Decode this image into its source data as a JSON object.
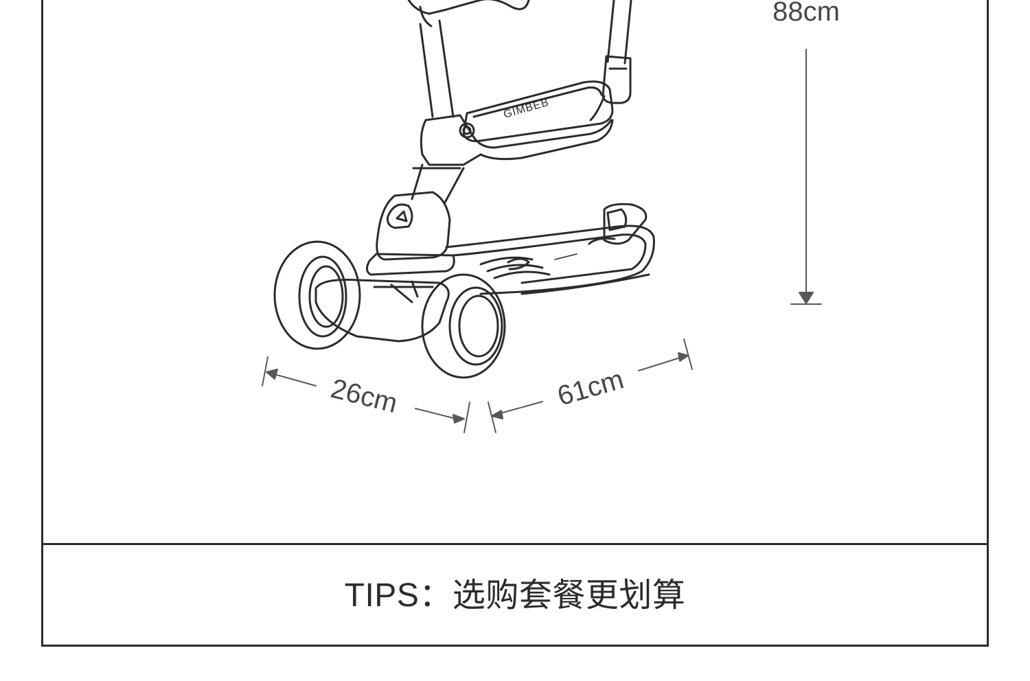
{
  "dimensions": {
    "height_label": "88cm",
    "width_label": "26cm",
    "length_label": "61cm"
  },
  "deck_brand_text": "GIMBEB",
  "footer": {
    "tips_text": "TIPS：选购套餐更划算"
  },
  "colors": {
    "line": "#2e2a2b",
    "dimension_line": "#5a5657",
    "background": "#ffffff"
  }
}
